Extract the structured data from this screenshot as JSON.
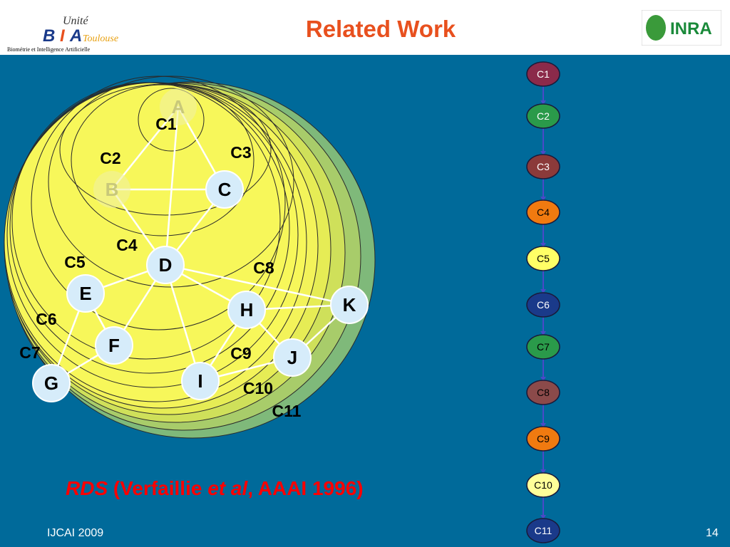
{
  "slide": {
    "title": "Related Work",
    "footer_left": "IJCAI 2009",
    "page_number": "14"
  },
  "logo_left": {
    "unite": "Unité",
    "b": "B",
    "i": "I",
    "a": "A",
    "toulouse": "Toulouse",
    "tagline": "Biométrie et Intelligence Artificielle"
  },
  "logo_right": {
    "text": "INRA"
  },
  "citation": {
    "part1": "RDS",
    "part2": " (Verfaillie ",
    "part3": "et al",
    "part4": ", AAAI 1996)"
  },
  "graph": {
    "nodes": [
      {
        "id": "A",
        "label": "A",
        "faded": true
      },
      {
        "id": "B",
        "label": "B",
        "faded": true
      },
      {
        "id": "C",
        "label": "C",
        "faded": false
      },
      {
        "id": "D",
        "label": "D",
        "faded": false
      },
      {
        "id": "E",
        "label": "E",
        "faded": false
      },
      {
        "id": "F",
        "label": "F",
        "faded": false
      },
      {
        "id": "G",
        "label": "G",
        "faded": false
      },
      {
        "id": "H",
        "label": "H",
        "faded": false
      },
      {
        "id": "I",
        "label": "I",
        "faded": false
      },
      {
        "id": "J",
        "label": "J",
        "faded": false
      },
      {
        "id": "K",
        "label": "K",
        "faded": false
      }
    ],
    "edges": [
      [
        "A",
        "B"
      ],
      [
        "A",
        "C"
      ],
      [
        "B",
        "C"
      ],
      [
        "B",
        "D"
      ],
      [
        "C",
        "D"
      ],
      [
        "A",
        "D"
      ],
      [
        "D",
        "E"
      ],
      [
        "D",
        "F"
      ],
      [
        "D",
        "I"
      ],
      [
        "D",
        "H"
      ],
      [
        "D",
        "K"
      ],
      [
        "E",
        "F"
      ],
      [
        "E",
        "G"
      ],
      [
        "F",
        "G"
      ],
      [
        "H",
        "J"
      ],
      [
        "H",
        "K"
      ],
      [
        "H",
        "I"
      ],
      [
        "I",
        "J"
      ],
      [
        "J",
        "K"
      ]
    ],
    "cluster_labels": [
      "C1",
      "C2",
      "C3",
      "C4",
      "C5",
      "C6",
      "C7",
      "C8",
      "C9",
      "C10",
      "C11"
    ]
  },
  "chain": {
    "items": [
      {
        "label": "C1",
        "fill": "#8b2a4a",
        "text": "#ffffff"
      },
      {
        "label": "C2",
        "fill": "#2a9a4a",
        "text": "#ffffff"
      },
      {
        "label": "C3",
        "fill": "#8b3a3a",
        "text": "#ffffff"
      },
      {
        "label": "C4",
        "fill": "#f07a10",
        "text": "#000000"
      },
      {
        "label": "C5",
        "fill": "#ffff66",
        "text": "#000000"
      },
      {
        "label": "C6",
        "fill": "#1a3a8a",
        "text": "#ffffff"
      },
      {
        "label": "C7",
        "fill": "#2a9a4a",
        "text": "#000000"
      },
      {
        "label": "C8",
        "fill": "#8b4a4a",
        "text": "#000000"
      },
      {
        "label": "C9",
        "fill": "#f07a10",
        "text": "#000000"
      },
      {
        "label": "C10",
        "fill": "#ffff99",
        "text": "#000000"
      },
      {
        "label": "C11",
        "fill": "#1a3a8a",
        "text": "#ffffff"
      }
    ]
  },
  "colors": {
    "background": "#006a9a",
    "title": "#e8501e",
    "node_fill": "#d6ecfa",
    "outer_cluster": "#7fb97a",
    "inner_cluster": "#f7f75a"
  }
}
